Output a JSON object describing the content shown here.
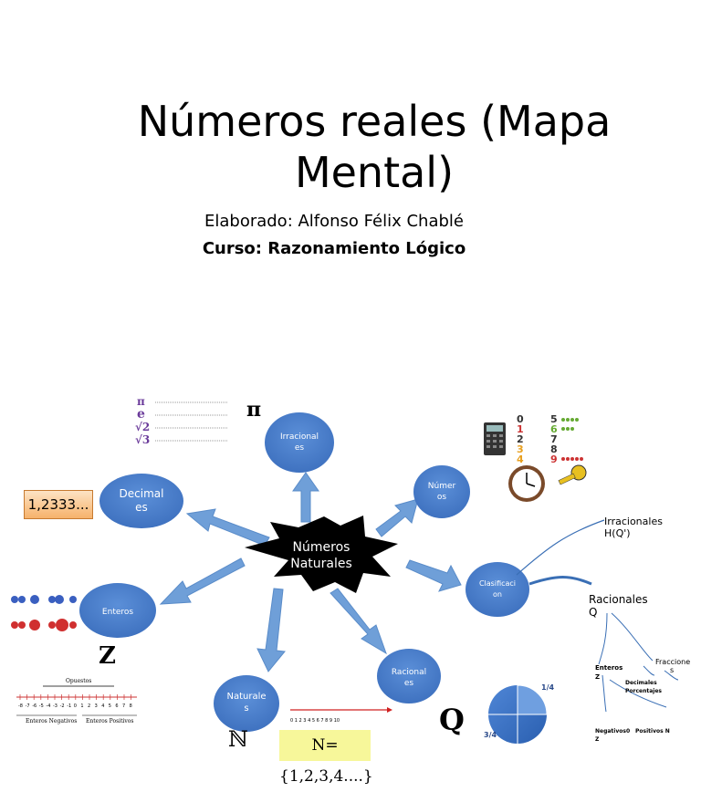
{
  "slide": {
    "title": "Números reales (Mapa Mental)",
    "author": "Elaborado: Alfonso Félix Chablé",
    "course": "Curso: Razonamiento Lógico"
  },
  "diagram": {
    "center": "Números Naturales",
    "center_line1": "Números",
    "center_line2": "Naturales",
    "nodes": {
      "irracionales": [
        "Irracional",
        "es"
      ],
      "numeros": [
        "Númer",
        "os"
      ],
      "decimales": [
        "Decimal",
        "es"
      ],
      "clasificacion": [
        "Clasificaci",
        "on"
      ],
      "enteros": [
        "Enteros"
      ],
      "naturales": [
        "Naturale",
        "s"
      ],
      "racionales": [
        "Racional",
        "es"
      ]
    },
    "colors": {
      "node": "#4a7ecb",
      "arrow": "#6f9fd8",
      "star": "#000000",
      "branch": "#3a6fb5"
    }
  },
  "annotations": {
    "decimal_example": "1,2333...",
    "pi_symbol": "π",
    "constants": [
      "π",
      "e",
      "√2",
      "√3"
    ],
    "z_symbol": "Z",
    "n_symbol": "ℕ",
    "q_symbol": "Q",
    "n_set": "N={1,2,3,4....}",
    "number_line_title": "Opuestos",
    "number_line_left": "Enteros Negativos",
    "number_line_right": "Enteros Positivos",
    "number_line_ticks": [
      "-8",
      "-7",
      "-6",
      "-5",
      "-4",
      "-3",
      "-2",
      "-1",
      "0",
      "1",
      "2",
      "3",
      "4",
      "5",
      "6",
      "7",
      "8"
    ],
    "n_line_ticks": "0 1 2 3 4 5 6 7 8 9 10",
    "pie_top_fraction": "1/4",
    "pie_bottom_fraction": "3/4",
    "clock_numbers": [
      "0",
      "1",
      "2",
      "3",
      "4",
      "5",
      "6",
      "7",
      "8",
      "9"
    ]
  },
  "classification_tree": {
    "irracionales": "Irracionales",
    "irracionales_sub": "H(Q')",
    "racionales": "Racionales",
    "racionales_sub": "Q",
    "enteros": "Enteros",
    "enteros_sub": "Z",
    "fracciones": "Fraccione",
    "fracciones_sub": "s",
    "decimales": "Decimales",
    "porcentajes": "Porcentajes",
    "negativos": "Negativos0",
    "positivos": "Positivos N",
    "negativos_sub": "Z"
  }
}
